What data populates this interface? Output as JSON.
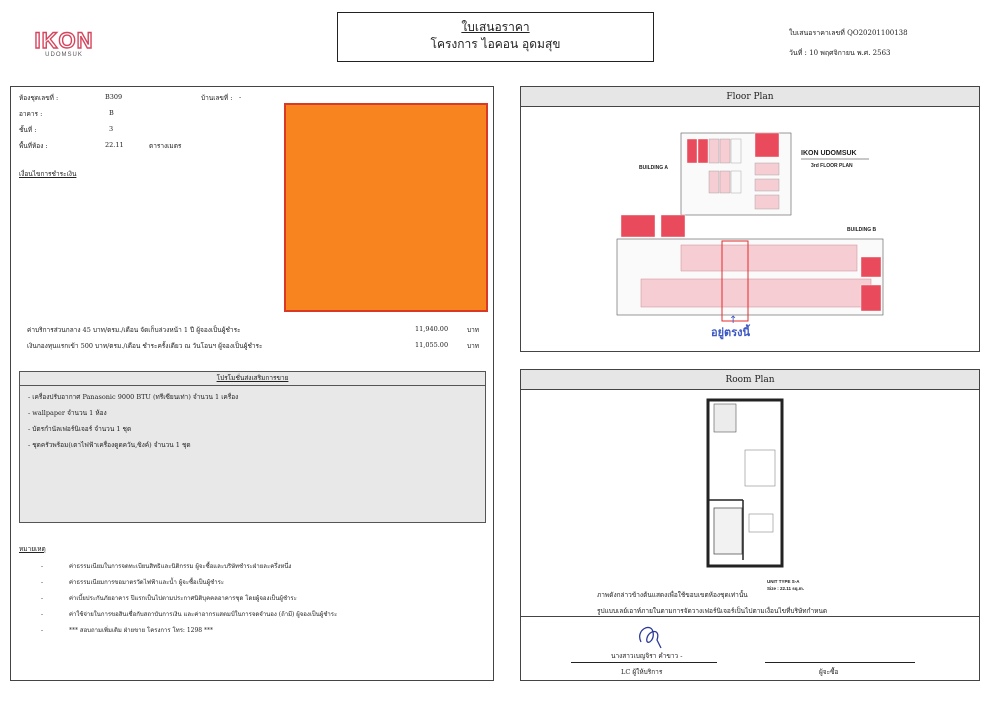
{
  "logo": {
    "main": "IKON",
    "sub": "UDOMSUK"
  },
  "title": {
    "line1": "ใบเสนอราคา",
    "line2": "โครงการ ไอคอน อุดมสุข"
  },
  "doc": {
    "number": "ใบเสนอราคาเลขที่ QO20201100138",
    "date": "วันที่ : 10 พฤศจิกายน พ.ศ. 2563"
  },
  "unit": {
    "unit_label": "ห้องชุดเลขที่ :",
    "unit_value": "B309",
    "house_label": "บ้านเลขที่ :",
    "house_value": "-",
    "building_label": "อาคาร :",
    "building_value": "B",
    "floor_label": "ชั้นที่ :",
    "floor_value": "3",
    "area_label": "พื้นที่ห้อง :",
    "area_value": "22.11",
    "area_unit": "ตารางเมตร",
    "payment_heading": "เงื่อนไขการชำระเงิน"
  },
  "fees": [
    {
      "label": "ค่าบริการส่วนกลาง  45 บาท/ตรม./เดือน จัดเก็บล่วงหน้า 1 ปี ผู้จองเป็นผู้ชำระ",
      "amount": "11,940.00",
      "unit": "บาท"
    },
    {
      "label": "เงินกองทุนแรกเข้า 500 บาท/ตรม./เดือน ชำระครั้งเดียว ณ วันโอนฯ ผู้จองเป็นผู้ชำระ",
      "amount": "11,055.00",
      "unit": "บาท"
    }
  ],
  "promo": {
    "title": "โปรโมชั่นส่งเสริมการขาย",
    "items": [
      "- เครื่องปรับอากาศ Panasonic 9000 BTU (ทรีเซียนเท่า) จำนวน 1 เครื่อง",
      "- wallpaper จำนวน 1 ห้อง",
      "- บัตรกำนัลเฟอร์นิเจอร์ จำนวน 1 ชุด",
      "- ชุดครัวพร้อม(เตาไฟฟ้าเครื่องดูดควัน,ซิงค์) จำนวน 1 ชุด"
    ]
  },
  "notes": {
    "heading": "หมายเหตุ",
    "items": [
      "ค่าธรรมเนียมในการจดทะเบียนสิทธิและนิติกรรม ผู้จะซื้อและบริษัทชำระฝ่ายละครึ่งหนึ่ง",
      "ค่าธรรมเนียมการขอมาตรวัดไฟฟ้าและน้ำ ผู้จะซื้อเป็นผู้ชำระ",
      "ค่าเบี้ยประกันภัยอาคาร ปีแรกเป็นไปตามประกาศนิติบุคคลอาคารชุด โดยผู้จองเป็นผู้ชำระ",
      "ค่าใช้จ่ายในการขอสินเชื่อกับสถาบันการเงิน และค่าอากรแสตมป์ในการจดจำนอง (ถ้ามี) ผู้จองเป็นผู้ชำระ",
      "*** สอบถามเพิ่มเติม ฝ่ายขาย โครงการ โทร: 1298 ***"
    ]
  },
  "floor_plan": {
    "title": "Floor Plan",
    "project": "IKON UDOMSUK",
    "floor": "3rd FLOOR PLAN",
    "building_a": "BUILDING A",
    "building_b": "BUILDING B",
    "here": "อยู่ตรงนี้"
  },
  "room_plan": {
    "title": "Room Plan",
    "unit_type": "UNIT TYPE S-A",
    "unit_size": "Size : 22.11 sq.m.",
    "note1": "ภาพดังกล่าวข้างต้นแสดงเพื่อใช้ขอบเขตห้องชุดเท่านั้น",
    "note2": "รูปแบบเลย์เอาท์ภายในตามการจัดวางเฟอร์นิเจอร์เป็นไปตามเงื่อนไขที่บริษัทกำหนด"
  },
  "signature": {
    "name": "นางสาวเบญจิรา คำขาว -",
    "role_staff": "LC ผู้ให้บริการ",
    "role_buyer": "ผู้จะซื้อ"
  },
  "colors": {
    "orange": "#f7841f",
    "orange_border": "#d93a25",
    "unit_red": "#e94b5c",
    "unit_pink": "#f6cdd3",
    "here_blue": "#3c58c4"
  }
}
